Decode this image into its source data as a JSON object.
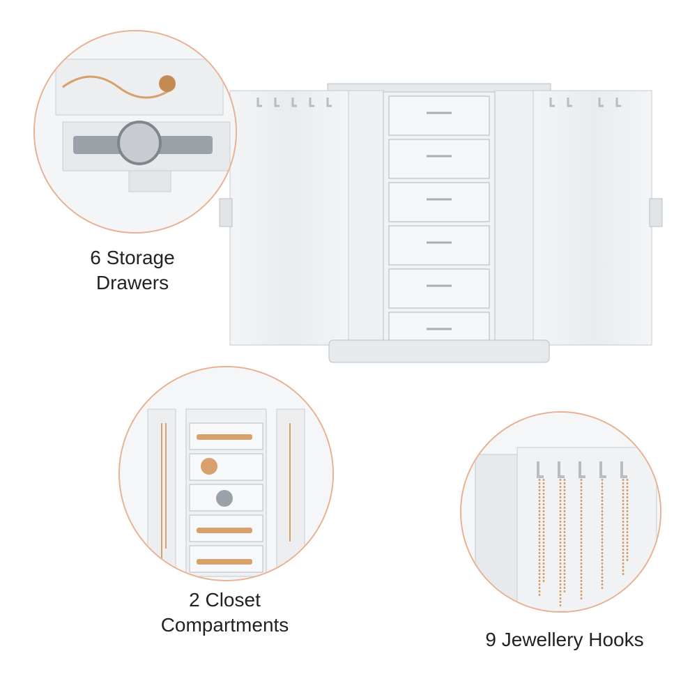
{
  "features": [
    {
      "label_line1": "6 Storage",
      "label_line2": "Drawers"
    },
    {
      "label_line1": "2 Closet",
      "label_line2": "Compartments"
    },
    {
      "label_line1": "9 Jewellery Hooks",
      "label_line2": ""
    }
  ],
  "colors": {
    "circle_border": "#e8b090",
    "acrylic": "#eef0f2",
    "acrylic_edge": "#c9ced3",
    "gold": "#d8a06a",
    "text": "#222222"
  }
}
